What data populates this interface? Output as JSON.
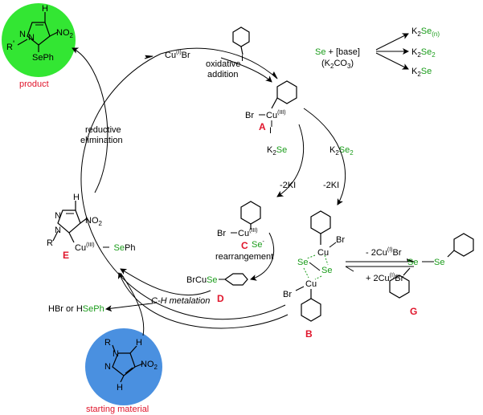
{
  "product": {
    "caption": "product",
    "circle_color": "#33e633"
  },
  "starting_material": {
    "caption": "starting material",
    "circle_color": "#4a90e0"
  },
  "cycle": {
    "catalyst": "Cu",
    "catalyst_ox": "(I)",
    "catalyst_x": "Br",
    "oxidative_addition": [
      "oxidative",
      "addition"
    ],
    "reductive_elimination": [
      "reductive",
      "elimination"
    ],
    "ch_metalation": "C-H metalation",
    "rearrangement": "rearrangement",
    "minus_2ki_a": "-2KI",
    "minus_2ki_b": "-2KI",
    "hbr": "HBr or H",
    "hbr_se": "SePh"
  },
  "reagents": {
    "k2se": "K",
    "k2se_sub": "2",
    "k2se_se": "Se",
    "k2se2": "K",
    "k2se2_sub": "2",
    "k2se2_se": "Se",
    "k2se2_sub2": "2"
  },
  "se_equation": {
    "se": "Se",
    "plus": " + [base]",
    "base": "(K",
    "base_sub2": "2",
    "base_co": "CO",
    "base_sub3": "3",
    "base_end": ")",
    "p1": "K",
    "p1s": "2",
    "p1se": "Se",
    "p1n": "(n)",
    "p2": "K",
    "p2s": "2",
    "p2se": "Se",
    "p2n": "2",
    "p3": "K",
    "p3s": "2",
    "p3se": "Se"
  },
  "equilibrium": {
    "top": "- 2Cu",
    "top_ox": "(I)",
    "top_br": "Br",
    "bottom": "+ 2Cu",
    "bottom_ox": "(I)",
    "bottom_br": "Br"
  },
  "labels": {
    "A": "A",
    "B": "B",
    "C": "C",
    "D": "D",
    "E": "E",
    "G": "G"
  },
  "atoms": {
    "no2": "NO",
    "no2_sub": "2",
    "N": "N",
    "H": "H",
    "R": "R",
    "seph": "SePh",
    "se": "Se",
    "br": "Br",
    "cu": "Cu",
    "cu3": "(III)",
    "I": "I",
    "se_minus": "Se",
    "brcu": "BrCu",
    "brcu_se": "Se",
    "prime": "'"
  }
}
